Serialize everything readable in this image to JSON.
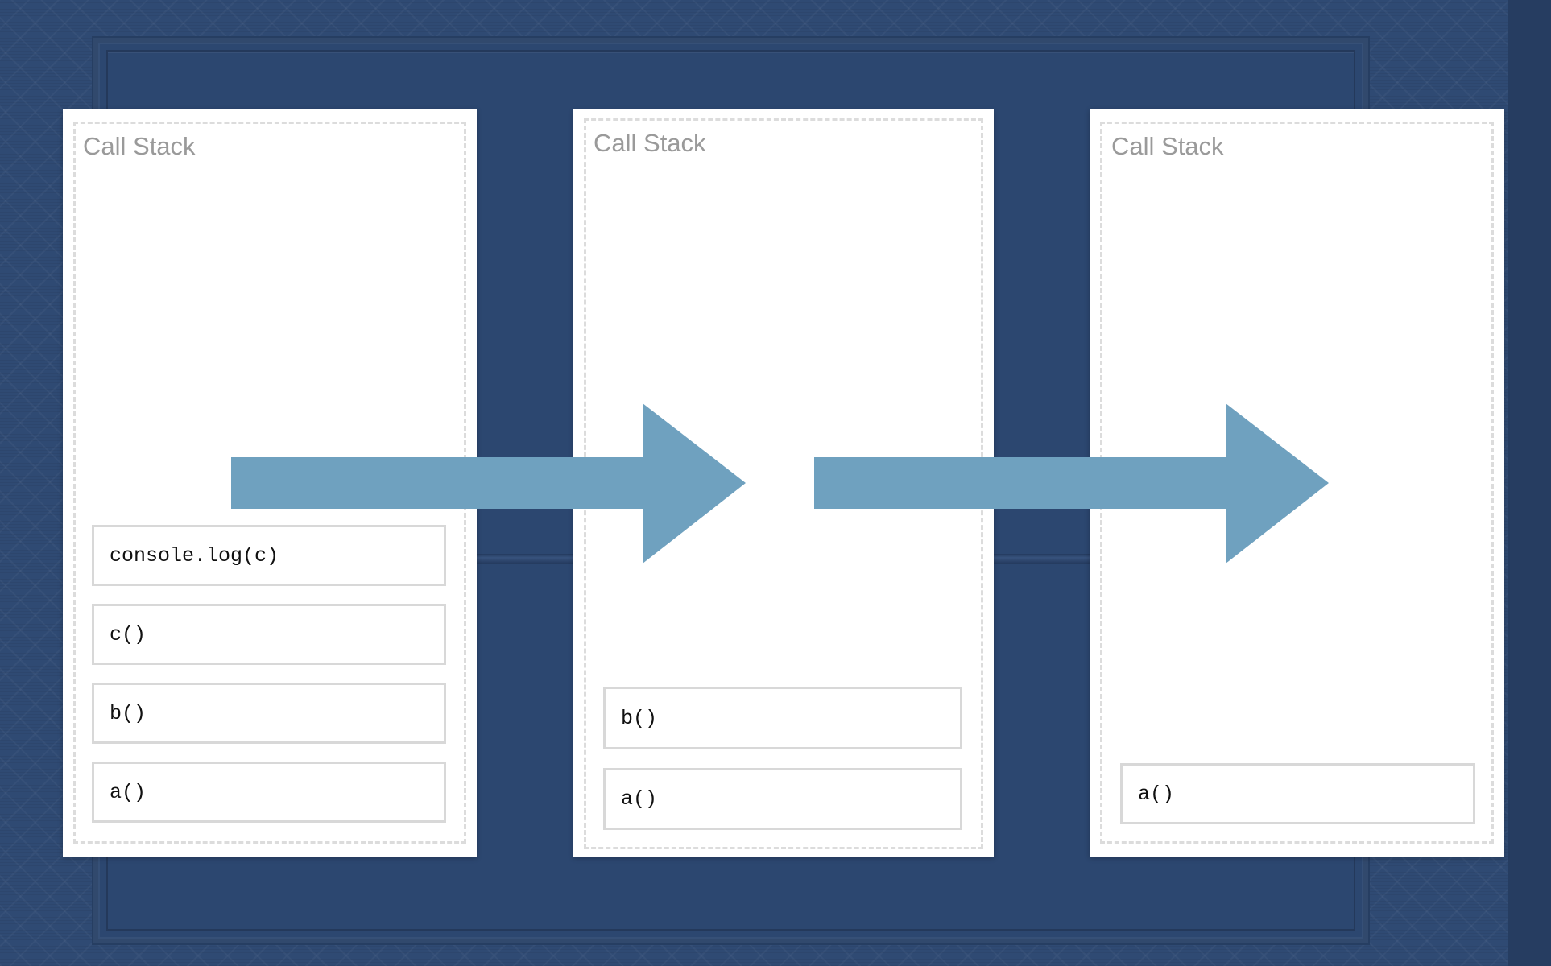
{
  "panels": [
    {
      "title": "Call Stack",
      "frames": [
        "console.log(c)",
        "c()",
        "b()",
        "a()"
      ]
    },
    {
      "title": "Call Stack",
      "frames": [
        "b()",
        "a()"
      ]
    },
    {
      "title": "Call Stack",
      "frames": [
        "a()"
      ]
    }
  ],
  "colors": {
    "background": "#2f4a73",
    "panel": "#ffffff",
    "arrow": "#6fa1bf",
    "title": "#9a9a9a",
    "frame_border": "#d8d8d8"
  },
  "arrow_count": 2
}
